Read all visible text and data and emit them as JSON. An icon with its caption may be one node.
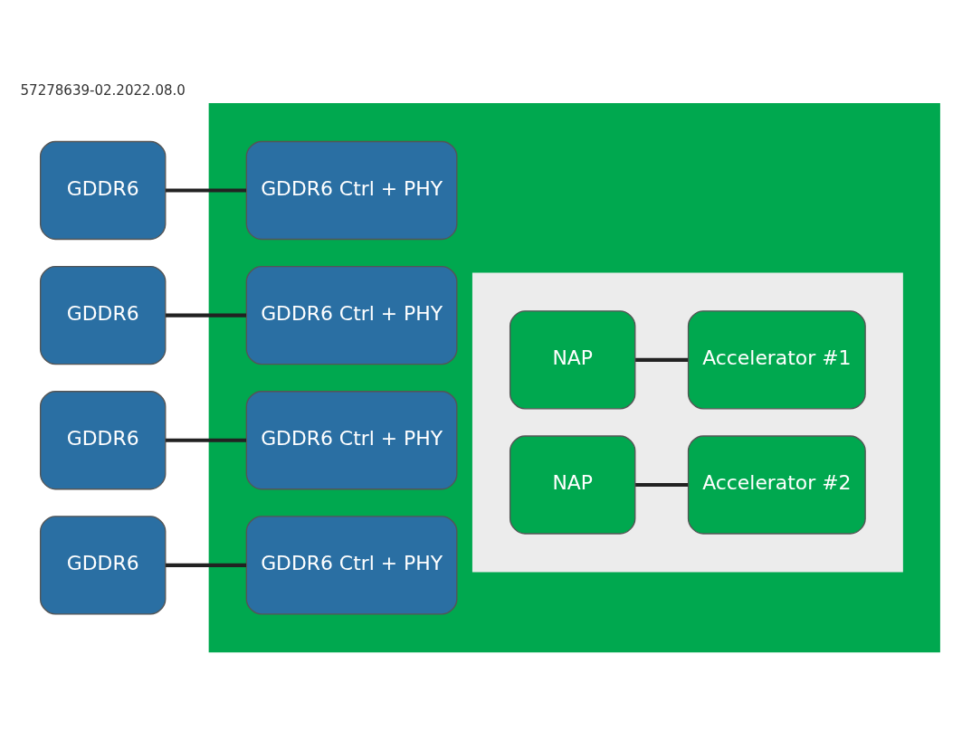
{
  "diagram": {
    "nodes": [
      {
        "text": [],
        "shape": "box"
      },
      {
        "text": [
          "GDDR6"
        ]
      },
      {
        "text": [
          "GDDR6 Ctrl + PHY"
        ],
        "in": 0
      },
      {
        "text": [
          "GDDR6"
        ]
      },
      {
        "text": [
          "GDDR6 Ctrl + PHY"
        ],
        "in": 0
      },
      {
        "text": [
          "GDDR6"
        ]
      },
      {
        "text": [
          "GDDR6 Ctrl + PHY"
        ],
        "in": 0
      },
      {
        "text": [
          "GDDR6"
        ]
      },
      {
        "text": [
          "GDDR6 Ctrl + PHY"
        ],
        "in": 0
      },
      {
        "text": [],
        "shape": "box",
        "in": 0
      },
      {
        "text": [
          "NAP"
        ],
        "in": 9
      },
      {
        "text": [
          "Accelerator #1"
        ],
        "in": 9
      },
      {
        "text": [
          "NAP"
        ],
        "in": 9
      },
      {
        "text": [
          "Accelerator #2"
        ],
        "in": 9
      }
    ],
    "edges": [
      {
        "from": 1,
        "to": 2,
        "arrow": "none"
      },
      {
        "from": 3,
        "to": 4,
        "arrow": "none"
      },
      {
        "from": 5,
        "to": 6,
        "arrow": "none"
      },
      {
        "from": 7,
        "to": 8,
        "arrow": "none"
      },
      {
        "from": 10,
        "to": 11,
        "arrow": "none"
      },
      {
        "from": 12,
        "to": 13,
        "arrow": "none"
      }
    ],
    "labels": [
      "57278639-02.2022.08.0"
    ]
  }
}
